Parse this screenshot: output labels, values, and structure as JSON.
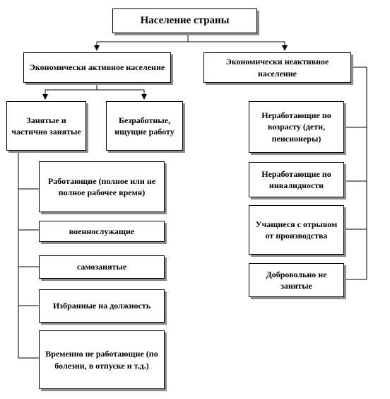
{
  "root": {
    "label": "Население страны"
  },
  "active": {
    "label": "Экономически активное население"
  },
  "inactive": {
    "label": "Экономически неактивное население"
  },
  "employed": {
    "label": "Занятые и частично занятые"
  },
  "unemployed": {
    "label": "Безработные, ищущие работу"
  },
  "employed_items": [
    {
      "label": "Работающие (полное или не полное рабочее время)"
    },
    {
      "label": "военнослужащие"
    },
    {
      "label": "самозанятые"
    },
    {
      "label": "Избранные на должность"
    },
    {
      "label": "Временно не работающие (по болезни, в отпуске и т.д.)"
    }
  ],
  "inactive_items": [
    {
      "label": "Неработающие по возрасту (дети, пенсионеры)"
    },
    {
      "label": "Неработающие по инвалидности"
    },
    {
      "label": "Учащиеся с отрывом от производства"
    },
    {
      "label": "Добровольно не занятые"
    }
  ]
}
